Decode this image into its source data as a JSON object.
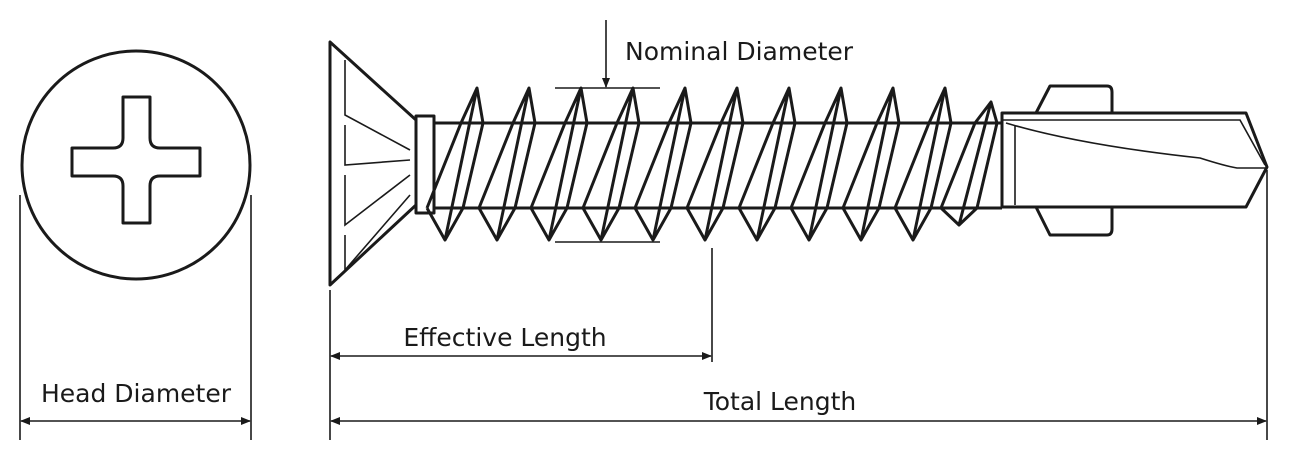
{
  "labels": {
    "nominal_diameter": "Nominal Diameter",
    "effective_length": "Effective Length",
    "head_diameter": "Head Diameter",
    "total_length": "Total Length"
  },
  "colors": {
    "line": "#1a1a1a",
    "background": "#ffffff"
  }
}
